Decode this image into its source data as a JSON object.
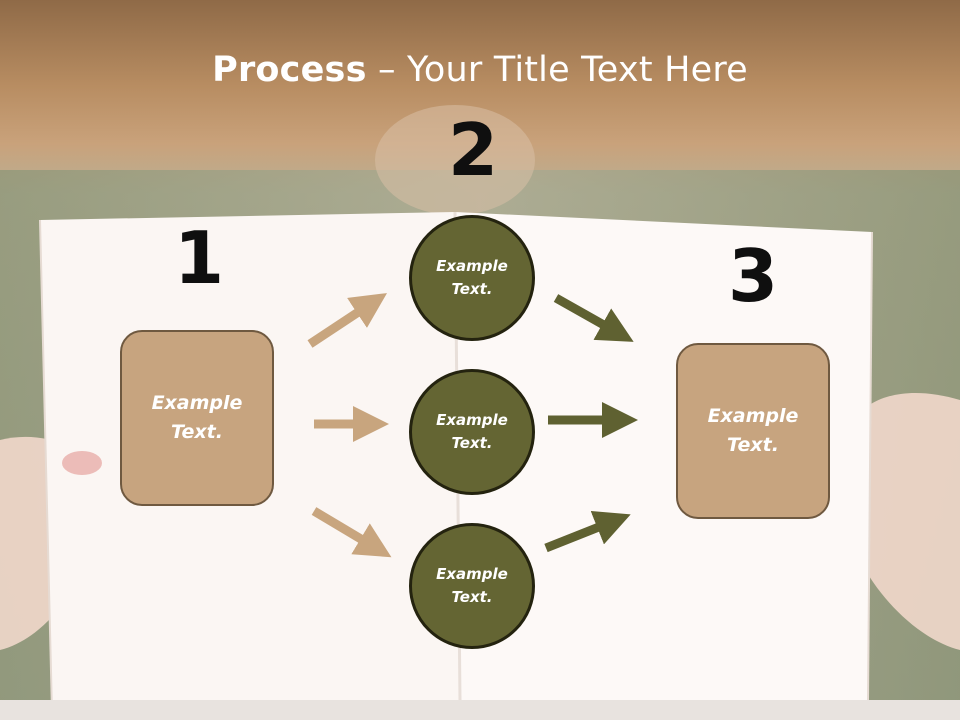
{
  "slide": {
    "title_bold": "Process",
    "title_rest": " – Your Title Text Here"
  },
  "steps": {
    "num1": "1",
    "num2": "2",
    "num3": "3"
  },
  "nodes": {
    "left": "Example Text.",
    "top": "Example Text.",
    "middle": "Example Text.",
    "bottom": "Example Text.",
    "right": "Example Text."
  },
  "colors": {
    "tan_box": "#c7a47f",
    "olive_circle": "#646533",
    "tan_arrow": "#c8a57e",
    "olive_arrow": "#5f6131"
  }
}
